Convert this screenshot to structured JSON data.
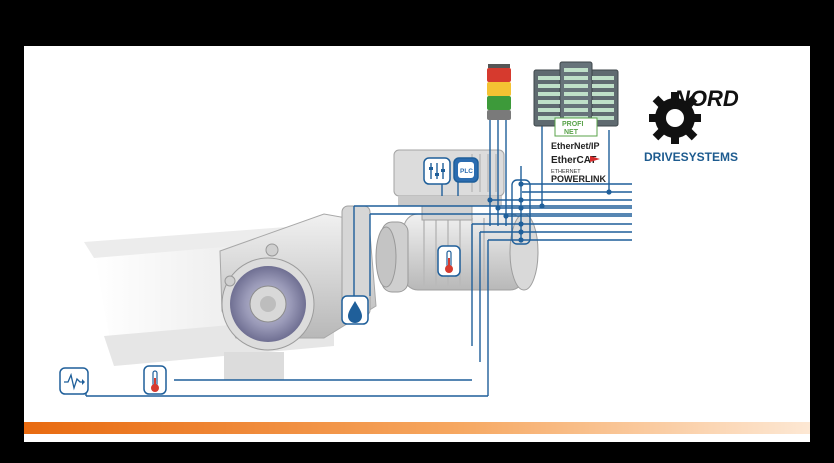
{
  "brand": {
    "logo_text": "NORD",
    "subtitle": "DRIVESYSTEMS",
    "color_primary": "#1d5b8f",
    "color_logo": "#111111"
  },
  "fieldbus": {
    "items": [
      "PROFINET",
      "EtherNet/IP",
      "EtherCAT",
      "ETHERNET POWERLINK"
    ],
    "profi_line1": "PROFI",
    "profi_line2": "NET",
    "ethernet_ip": "EtherNet/IP",
    "ethercat": "EtherCAT",
    "powerlink_small": "ETHERNET",
    "powerlink": "POWERLINK"
  },
  "labels": {
    "plc": "PLC"
  },
  "icons": [
    "signal-light-tower-icon",
    "control-cabinet-icon",
    "settings-sliders-icon",
    "plc-icon",
    "water-drop-icon",
    "thermometer-icon",
    "vibration-sensor-icon"
  ],
  "colors": {
    "line": "#1f5f9a",
    "accent_orange": "#f29a3a",
    "plc_blue": "#2b6cb0"
  }
}
